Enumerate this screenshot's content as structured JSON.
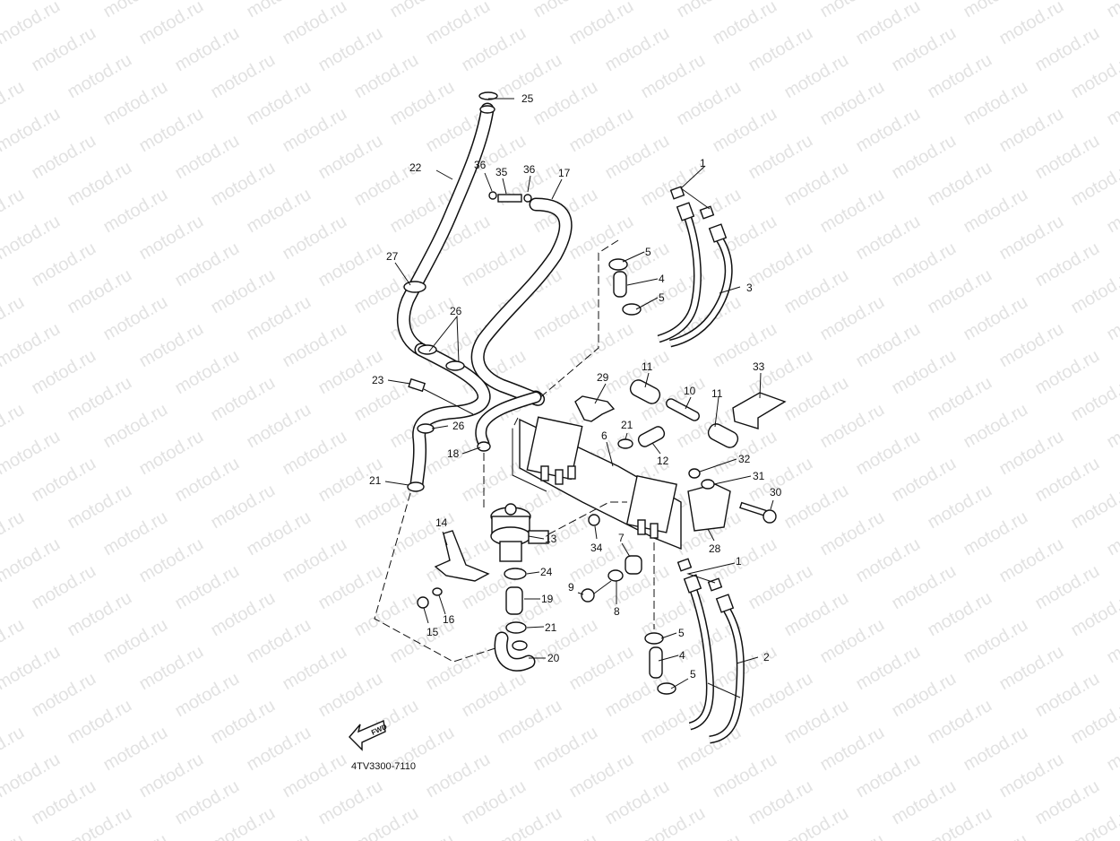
{
  "diagram": {
    "code": "4TV3300-7110",
    "fwd_label": "FWD",
    "watermark": "motod.ru",
    "labels": [
      {
        "id": "1",
        "text": "1"
      },
      {
        "id": "1b",
        "text": "1"
      },
      {
        "id": "2",
        "text": "2"
      },
      {
        "id": "3",
        "text": "3"
      },
      {
        "id": "4",
        "text": "4"
      },
      {
        "id": "4b",
        "text": "4"
      },
      {
        "id": "5",
        "text": "5"
      },
      {
        "id": "5b",
        "text": "5"
      },
      {
        "id": "5c",
        "text": "5"
      },
      {
        "id": "5d",
        "text": "5"
      },
      {
        "id": "6",
        "text": "6"
      },
      {
        "id": "7",
        "text": "7"
      },
      {
        "id": "8",
        "text": "8"
      },
      {
        "id": "9",
        "text": "9"
      },
      {
        "id": "10",
        "text": "10"
      },
      {
        "id": "11",
        "text": "11"
      },
      {
        "id": "11b",
        "text": "11"
      },
      {
        "id": "12",
        "text": "12"
      },
      {
        "id": "13",
        "text": "13"
      },
      {
        "id": "14",
        "text": "14"
      },
      {
        "id": "15",
        "text": "15"
      },
      {
        "id": "16",
        "text": "16"
      },
      {
        "id": "17",
        "text": "17"
      },
      {
        "id": "18",
        "text": "18"
      },
      {
        "id": "19",
        "text": "19"
      },
      {
        "id": "20",
        "text": "20"
      },
      {
        "id": "21",
        "text": "21"
      },
      {
        "id": "21b",
        "text": "21"
      },
      {
        "id": "21c",
        "text": "21"
      },
      {
        "id": "22",
        "text": "22"
      },
      {
        "id": "23",
        "text": "23"
      },
      {
        "id": "24",
        "text": "24"
      },
      {
        "id": "25",
        "text": "25"
      },
      {
        "id": "26",
        "text": "26"
      },
      {
        "id": "26b",
        "text": "26"
      },
      {
        "id": "27",
        "text": "27"
      },
      {
        "id": "28",
        "text": "28"
      },
      {
        "id": "29",
        "text": "29"
      },
      {
        "id": "30",
        "text": "30"
      },
      {
        "id": "31",
        "text": "31"
      },
      {
        "id": "32",
        "text": "32"
      },
      {
        "id": "33",
        "text": "33"
      },
      {
        "id": "34",
        "text": "34"
      },
      {
        "id": "35",
        "text": "35"
      },
      {
        "id": "36",
        "text": "36"
      },
      {
        "id": "36b",
        "text": "36"
      }
    ]
  }
}
